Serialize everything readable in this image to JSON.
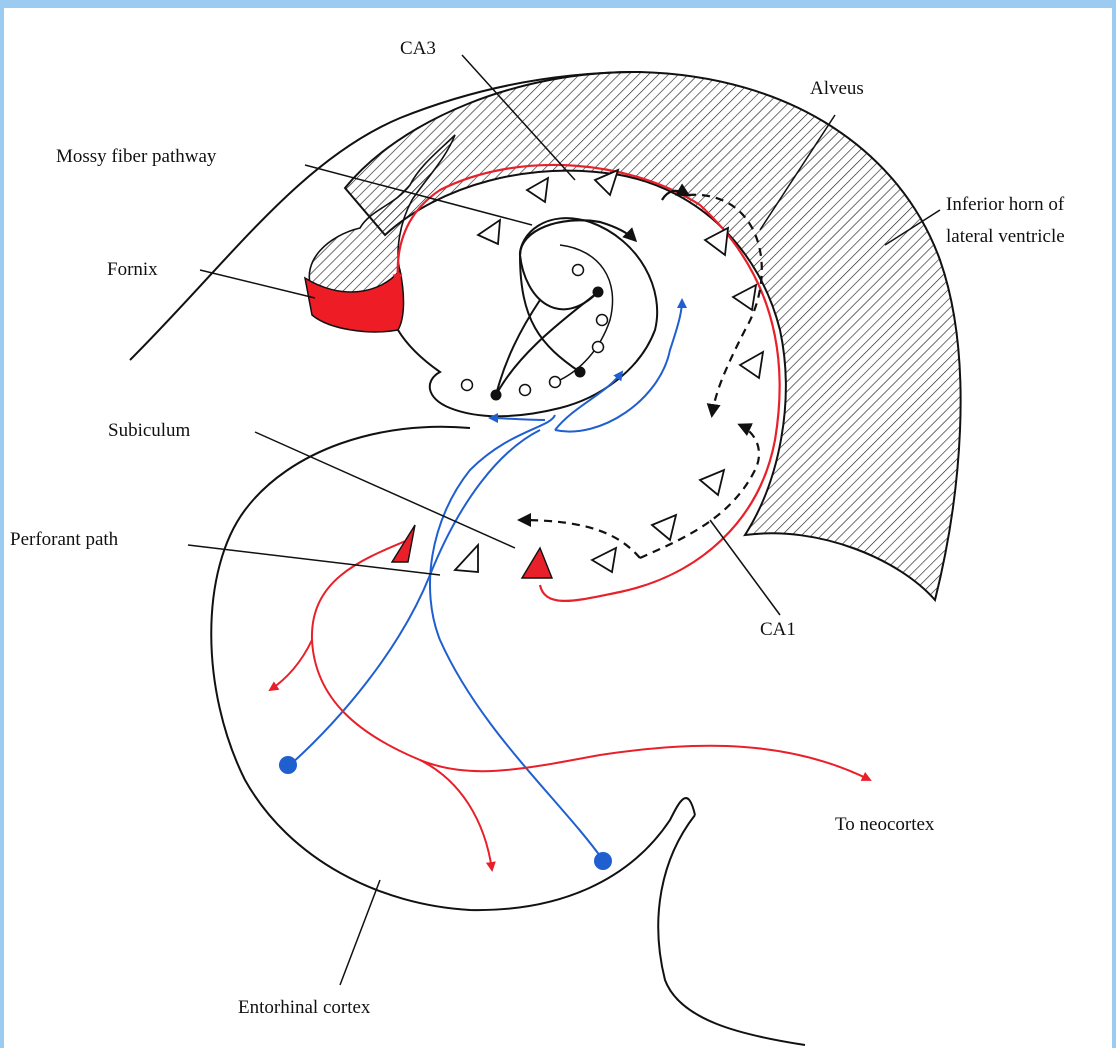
{
  "labels": {
    "ca3": "CA3",
    "alveus": "Alveus",
    "mossy_fiber": "Mossy fiber pathway",
    "inferior_horn_line1": "Inferior horn of",
    "inferior_horn_line2": "lateral ventricle",
    "fornix": "Fornix",
    "subiculum": "Subiculum",
    "perforant_path": "Perforant path",
    "ca1": "CA1",
    "to_neocortex": "To neocortex",
    "entorhinal_cortex": "Entorhinal cortex"
  },
  "colors": {
    "frame": "#9ccbf2",
    "outline": "#111111",
    "red_pathway": "#e8202a",
    "blue_pathway": "#1f5fd0",
    "fornix_fill": "#ee1c25"
  }
}
